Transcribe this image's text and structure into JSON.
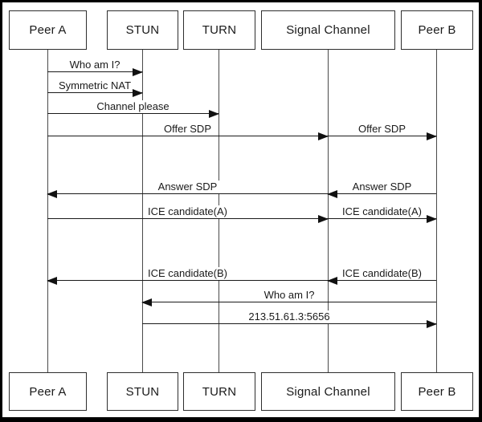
{
  "diagram": {
    "kind": "sequence-diagram",
    "background": "#ffffff",
    "colors": {
      "line": "#1a1a1a",
      "box_border": "#2e2e2e",
      "text": "#1a1a1a",
      "frame": "#000000"
    }
  },
  "actors": [
    {
      "id": "peerA",
      "label": "Peer A"
    },
    {
      "id": "stun",
      "label": "STUN"
    },
    {
      "id": "turn",
      "label": "TURN"
    },
    {
      "id": "signal",
      "label": "Signal Channel"
    },
    {
      "id": "peerB",
      "label": "Peer B"
    }
  ],
  "messages": [
    {
      "label": "Who am I?",
      "from": "peerA",
      "to": "stun"
    },
    {
      "label": "Symmetric NAT",
      "from": "peerA",
      "to": "stun"
    },
    {
      "label": "Channel please",
      "from": "peerA",
      "to": "turn"
    },
    {
      "label": "Offer SDP",
      "from": "peerA",
      "to": "signal"
    },
    {
      "label": "Offer SDP",
      "from": "signal",
      "to": "peerB"
    },
    {
      "label": "Answer SDP",
      "from": "signal",
      "to": "peerA"
    },
    {
      "label": "Answer SDP",
      "from": "peerB",
      "to": "signal"
    },
    {
      "label": "ICE candidate(A)",
      "from": "peerA",
      "to": "signal"
    },
    {
      "label": "ICE candidate(A)",
      "from": "signal",
      "to": "peerB"
    },
    {
      "label": "ICE candidate(B)",
      "from": "signal",
      "to": "peerA"
    },
    {
      "label": "ICE candidate(B)",
      "from": "peerB",
      "to": "signal"
    },
    {
      "label": "Who am I?",
      "from": "peerB",
      "to": "stun"
    },
    {
      "label": "213.51.61.3:5656",
      "from": "stun",
      "to": "peerB"
    }
  ]
}
